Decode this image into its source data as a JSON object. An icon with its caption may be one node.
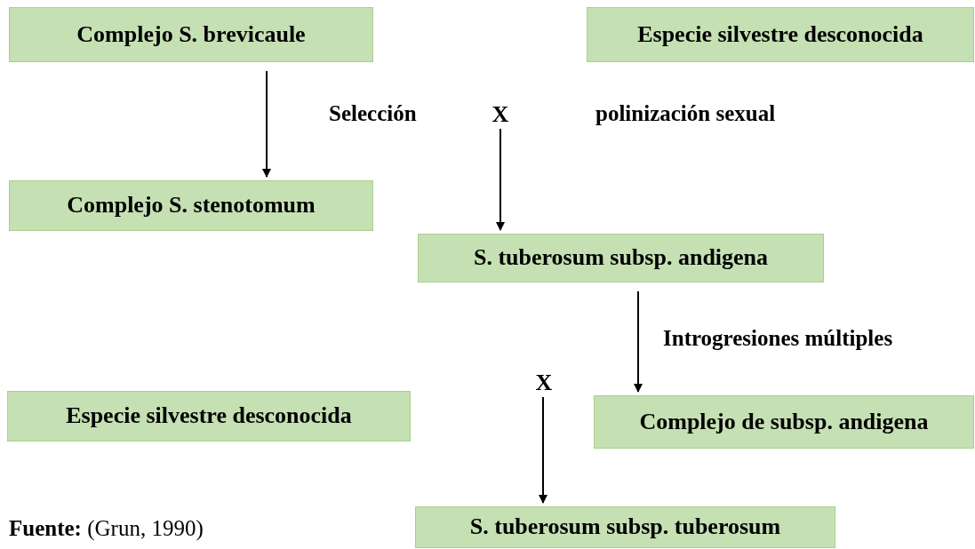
{
  "diagram": {
    "nodes": [
      {
        "text": [
          "Complejo S. brevicaule"
        ]
      },
      {
        "text": [
          "Especie silvestre desconocida"
        ]
      },
      {
        "text": [
          "Complejo S. stenotomum"
        ]
      },
      {
        "text": [
          "X"
        ]
      },
      {
        "text": [
          "S. tuberosum subsp. andigena"
        ]
      },
      {
        "text": [
          "Especie silvestre desconocida"
        ]
      },
      {
        "text": [
          "X"
        ]
      },
      {
        "text": [
          "Complejo de subsp. andigena"
        ]
      },
      {
        "text": [
          "S. tuberosum subsp. tuberosum"
        ]
      }
    ],
    "edges": [
      {
        "from": 0,
        "to": 2,
        "arrow": "to"
      },
      {
        "from": 3,
        "to": 4,
        "arrow": "to"
      },
      {
        "from": 4,
        "to": 7,
        "arrow": "to",
        "label": "Introgresiones múltiples"
      },
      {
        "from": 6,
        "to": 8,
        "arrow": "to"
      }
    ],
    "labels": [
      "Selección",
      "polinización sexual",
      "**Fuente:** (Grun, 1990)"
    ]
  }
}
